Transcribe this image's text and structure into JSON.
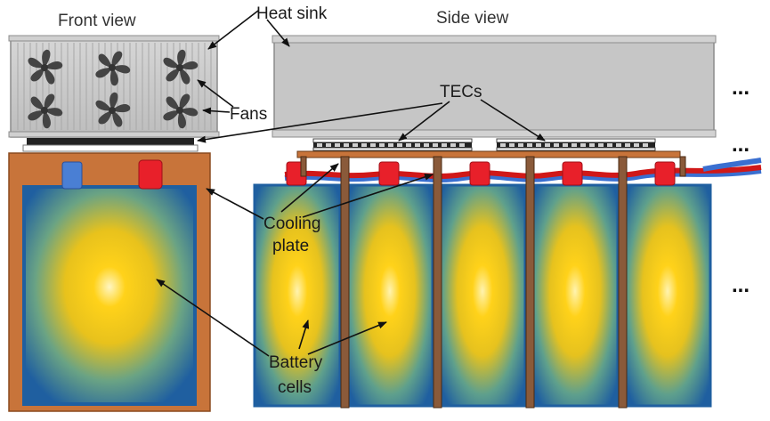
{
  "titles": {
    "front": "Front view",
    "side": "Side view"
  },
  "labels": {
    "heat_sink": "Heat sink",
    "tecs": "TECs",
    "fans": "Fans",
    "cooling_plate_line1": "Cooling",
    "cooling_plate_line2": "plate",
    "battery_cells_line1": "Battery",
    "battery_cells_line2": "cells"
  },
  "ellipsis": [
    "...",
    "...",
    "..."
  ],
  "colors": {
    "heat_sink": "#c8c8c8",
    "case_brown": "#c8743a",
    "cell_border": "#1f5fa0",
    "cell_center": "#ffcc00",
    "terminal_red": "#e8202a",
    "terminal_blue": "#4a7fd4",
    "pipe_brown": "#8a5a3a",
    "tec_black": "#222222"
  },
  "counts": {
    "fans_front": 6,
    "battery_cells_side": 5,
    "tec_modules_side": 2
  }
}
